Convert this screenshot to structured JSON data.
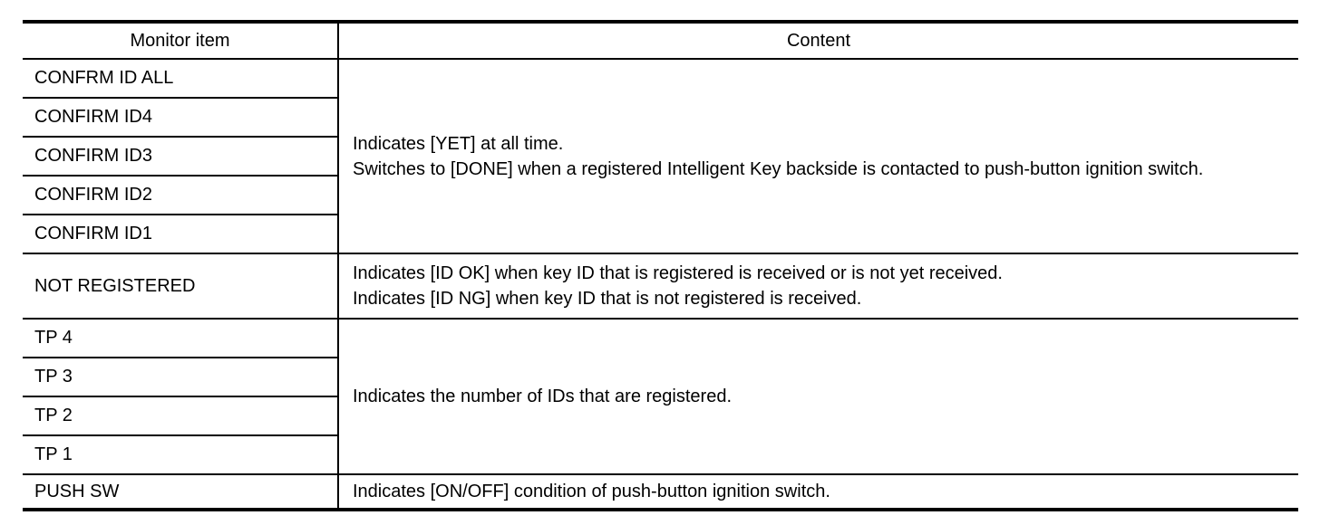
{
  "table": {
    "headers": [
      "Monitor item",
      "Content"
    ],
    "groups": [
      {
        "items": [
          "CONFRM ID ALL",
          "CONFIRM ID4",
          "CONFIRM ID3",
          "CONFIRM ID2",
          "CONFIRM ID1"
        ],
        "content_lines": [
          "Indicates [YET] at all time.",
          "Switches to [DONE] when a registered Intelligent Key backside is contacted to push-button ignition switch."
        ]
      },
      {
        "items": [
          "NOT REGISTERED"
        ],
        "content_lines": [
          "Indicates [ID OK] when key ID that is registered is received or is not yet received.",
          "Indicates [ID NG] when key ID that is not registered is received."
        ]
      },
      {
        "items": [
          "TP 4",
          "TP 3",
          "TP 2",
          "TP 1"
        ],
        "content_lines": [
          "Indicates the number of IDs that are registered."
        ]
      },
      {
        "items": [
          "PUSH SW"
        ],
        "content_lines": [
          "Indicates [ON/OFF] condition of push-button ignition switch."
        ]
      }
    ],
    "colors": {
      "border": "#000000",
      "text": "#000000",
      "background": "#ffffff"
    }
  }
}
